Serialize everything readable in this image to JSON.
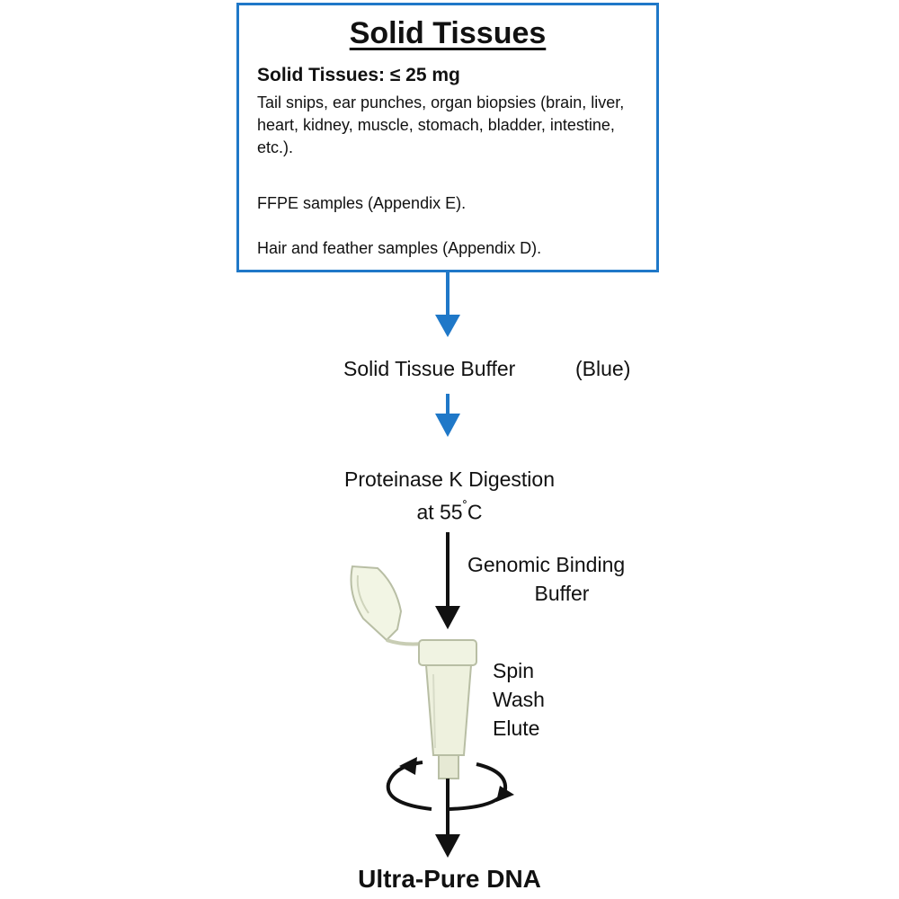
{
  "box": {
    "title": "Solid Tissues",
    "subtitle": "Solid Tissues: ≤ 25 mg",
    "lines_1": "Tail snips, ear punches, organ biopsies (brain, liver, heart, kidney, muscle, stomach, bladder, intestine, etc.).",
    "line_2": "FFPE samples (Appendix E).",
    "line_3": "Hair and feather samples (Appendix D)."
  },
  "steps": {
    "buffer": "Solid Tissue Buffer",
    "buffer_color": "(Blue)",
    "digestion_line1": "Proteinase K Digestion",
    "digestion_line2_prefix": "at 55",
    "digestion_degree": "˚",
    "digestion_line2_suffix": "C",
    "binding_line1": "Genomic Binding",
    "binding_line2": "Buffer",
    "spin": "Spin",
    "wash": "Wash",
    "elute": "Elute",
    "result": "Ultra-Pure DNA"
  },
  "colors": {
    "box_border": "#1f78c8",
    "blue_arrow": "#1f78c8",
    "black_arrow": "#111111"
  },
  "icons": {
    "arrows": "down-arrow-icon",
    "tube": "spin-column-icon",
    "rotation": "rotation-arrows-icon"
  }
}
